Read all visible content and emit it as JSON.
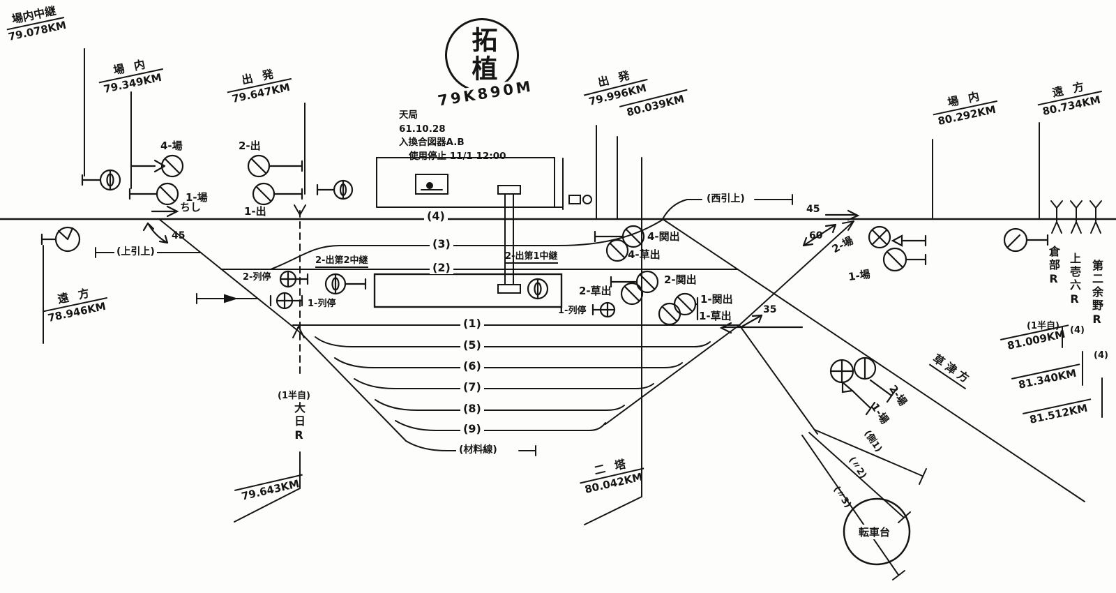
{
  "title": {
    "station_name": "拓植",
    "station_km": "79K890M"
  },
  "note": {
    "line1": "天局",
    "line2": "61.10.28",
    "line3": "入換合図器A.B",
    "line4": "使用停止 11/1 12:00"
  },
  "markers": {
    "jonai_chukei": {
      "name": "場内中継",
      "km": "79.078KM"
    },
    "jonai_l": {
      "name": "場内",
      "km": "79.349KM"
    },
    "shuppatsu_l": {
      "name": "出発",
      "km": "79.647KM"
    },
    "empo_l": {
      "name": "遠方",
      "km": "78.946KM"
    },
    "shuppatsu_r": {
      "name": "出発",
      "km": "79.996KM",
      "km2": "80.039KM"
    },
    "jonai_r": {
      "name": "場内",
      "km": "80.292KM"
    },
    "empo_r": {
      "name": "遠方",
      "km": "80.734KM"
    },
    "nito": {
      "name": "二塔",
      "km": "80.042KM"
    },
    "ohinata": {
      "type": "(1半自)",
      "name": "大日R",
      "km": "79.643KM"
    },
    "kurabe": {
      "name": "倉部R",
      "type": "(1半自)",
      "km": "81.009KM"
    },
    "kamiroku": {
      "name": "上壱六R",
      "type": "(4)",
      "km": "81.340KM"
    },
    "yono": {
      "name": "第二余野R",
      "type": "(4)",
      "km": "81.512KM"
    }
  },
  "tracks": {
    "labels": [
      "(4)",
      "(3)",
      "(2)",
      "(1)",
      "(5)",
      "(6)",
      "(7)",
      "(8)",
      "(9)",
      "(材料線)"
    ]
  },
  "signals": {
    "s4ba": "4-場",
    "s1ba": "1-場",
    "s2de": "2-出",
    "s1de": "1-出",
    "s2retei": "2-列停",
    "s1retei": "1-列停",
    "s1retei_b": "1-列停",
    "chukei2_2": "2-出第2中継",
    "chukei2_1": "2-出第1中継",
    "s4kande": "4-関出",
    "s4kusade": "4-草出",
    "s2kande": "2-関出",
    "s2kusade": "2-草出",
    "s1kande": "1-関出",
    "s1kusade": "1-草出",
    "s2ba_main": "2-場",
    "s1ba_main": "1-場",
    "s2ba_kusatsu": "2-場",
    "s1ba_kusatsu": "1-場"
  },
  "annotations": {
    "hikiage_upper": "(上引上)",
    "hikiage_west": "(西引上)",
    "chishi": "ちし",
    "speed45_l": "45",
    "speed45_r": "45",
    "speed60": "60",
    "speed35": "35",
    "kusatsu_hou": "草津方",
    "soku1": "(側1)",
    "soku2": "(〃2)",
    "soku3": "(〃3)",
    "tenshadai": "転車台"
  }
}
